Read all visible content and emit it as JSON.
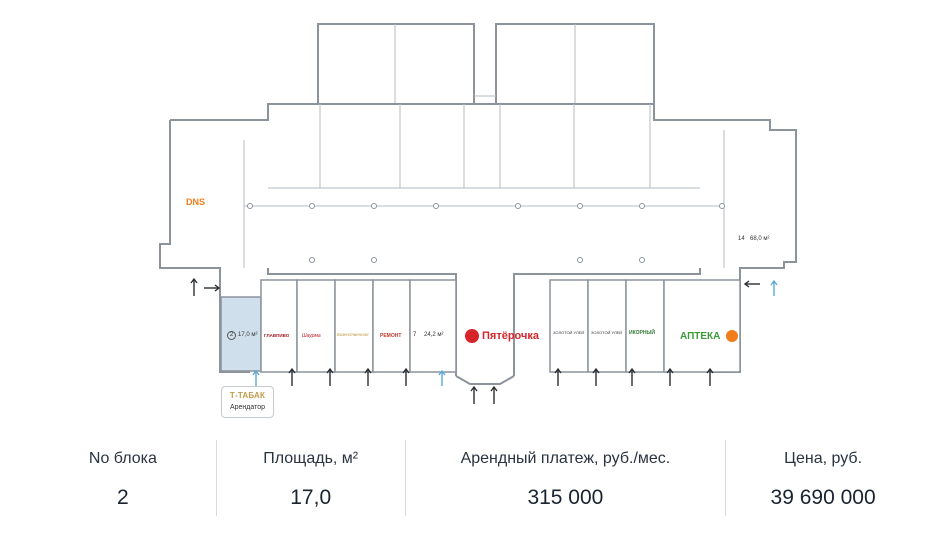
{
  "colors": {
    "highlight_unit": "#cfe0ec",
    "wall": "#8c939b",
    "pyaterochka_red": "#d7242b",
    "apteka_green": "#3b9a3a",
    "dns_orange": "#f07d1a",
    "tabak_gold": "#c29b4a",
    "entrance_arrow_blue": "#5aa9d6"
  },
  "plan": {
    "units": {
      "u2": {
        "number": "2",
        "area": "17,0 м²"
      },
      "u7": {
        "number": "7",
        "area": "24,2 м²"
      },
      "u14": {
        "number": "14",
        "area": "68,0 м²"
      }
    },
    "brands": {
      "dns": "DNS",
      "glavpivo": "ГЛАВПИВО",
      "shaurma": "Шаурма",
      "bozhestvennaya": "Божественная",
      "remont": "РЕМОНТ",
      "pyaterochka": "Пятёрочка",
      "zoloto1": "ЗОЛОТОЙ УЛЕЙ",
      "zoloto2": "ЗОЛОТОЙ УЛЕЙ",
      "ikorny": "ИКОРНЫЙ",
      "apteka": "АПТЕКА"
    },
    "tenant": {
      "brand": "Т-ТАБАК",
      "role": "Арендатор"
    }
  },
  "info": {
    "block": {
      "label": "No блока",
      "value": "2"
    },
    "area": {
      "label": "Площадь, м²",
      "value": "17,0"
    },
    "rent": {
      "label": "Арендный платеж, руб./мес.",
      "value": "315 000"
    },
    "price": {
      "label": "Цена, руб.",
      "value": "39 690 000"
    }
  }
}
